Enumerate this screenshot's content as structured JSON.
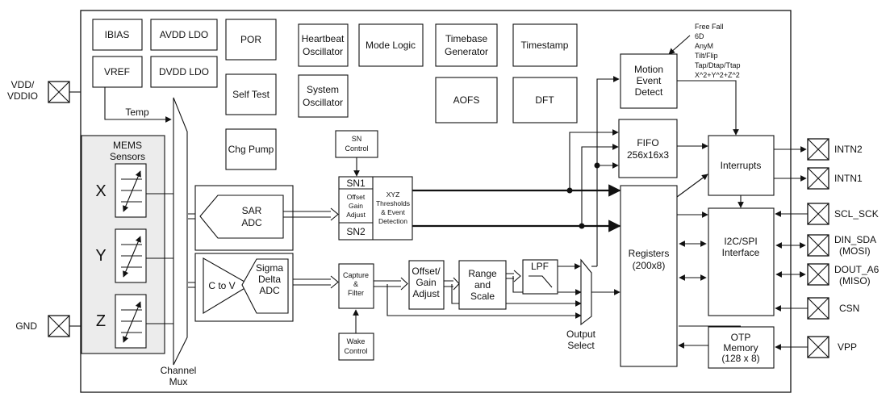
{
  "blocks": {
    "ibias": "IBIAS",
    "avdd_ldo": "AVDD LDO",
    "vref": "VREF",
    "dvdd_ldo": "DVDD LDO",
    "por": "POR",
    "self_test": "Self Test",
    "chg_pump": "Chg Pump",
    "heartbeat_osc": [
      "Heartbeat",
      "Oscillator"
    ],
    "system_osc": [
      "System",
      "Oscillator"
    ],
    "mode_logic": "Mode Logic",
    "timebase_gen": [
      "Timebase",
      "Generator"
    ],
    "timestamp": "Timestamp",
    "aofs": "AOFS",
    "dft": "DFT",
    "motion_event_detect": [
      "Motion",
      "Event",
      "Detect"
    ],
    "motion_events": [
      "Free Fall",
      "6D",
      "AnyM",
      "Tilt/Flip",
      "Tap/Dtap/Ttap",
      "X^2+Y^2+Z^2"
    ],
    "fifo": [
      "FIFO",
      "256x16x3"
    ],
    "interrupts": "Interrupts",
    "registers": [
      "Registers",
      "(200x8)"
    ],
    "i2c_spi": [
      "I2C/SPI",
      "Interface"
    ],
    "otp": [
      "OTP",
      "Memory",
      "(128 x 8)"
    ],
    "temp": "Temp",
    "mems_sensors": [
      "MEMS",
      "Sensors"
    ],
    "axis_x": "X",
    "axis_y": "Y",
    "axis_z": "Z",
    "channel_mux": [
      "Channel",
      "Mux"
    ],
    "sar_adc": [
      "SAR",
      "ADC"
    ],
    "c_to_v": "C to V",
    "sigma_delta": [
      "Sigma",
      "Delta",
      "ADC"
    ],
    "sn_control": [
      "SN",
      "Control"
    ],
    "sn1": "SN1",
    "sn2": "SN2",
    "offset_gain_adjust_small": [
      "Offset",
      "Gain",
      "Adjust"
    ],
    "xyz_thresholds": [
      "XYZ",
      "Thresholds",
      "& Event",
      "Detection"
    ],
    "capture_filter": [
      "Capture",
      "&",
      "Filter"
    ],
    "wake_control": [
      "Wake",
      "Control"
    ],
    "offset_gain_adjust": [
      "Offset/",
      "Gain",
      "Adjust"
    ],
    "range_scale": [
      "Range",
      "and",
      "Scale"
    ],
    "lpf": "LPF",
    "output_select": [
      "Output",
      "Select"
    ]
  },
  "pins": {
    "vdd": [
      "VDD/",
      "VDDIO"
    ],
    "gnd": "GND",
    "intn2": "INTN2",
    "intn1": "INTN1",
    "scl_sck": "SCL_SCK",
    "din_sda": [
      "DIN_SDA",
      "(MOSI)"
    ],
    "dout_a6": [
      "DOUT_A6",
      "(MISO)"
    ],
    "csn": "CSN",
    "vpp": "VPP"
  }
}
